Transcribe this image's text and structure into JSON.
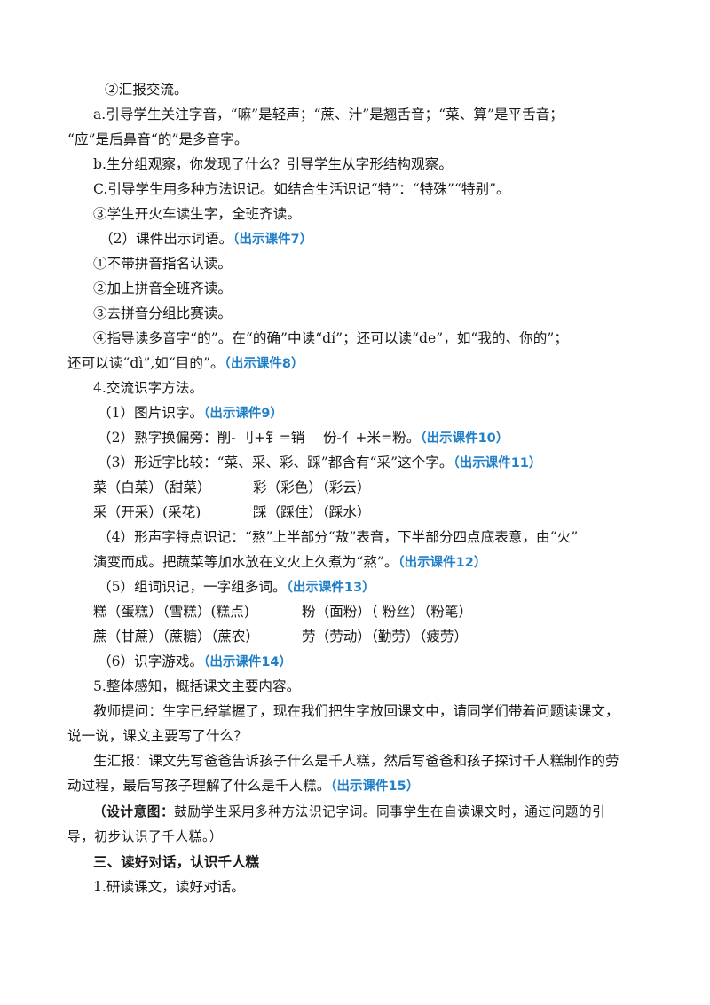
{
  "lines": {
    "l01": "②汇报交流。",
    "l02": "a.引导学生关注字音，“嘛”是轻声；“蔗、汁”是翘舌音；“菜、算”是平舌音；",
    "l03": "“应”是后鼻音“的”是多音字。",
    "l04": "b.生分组观察，你发现了什么？引导学生从字形结构观察。",
    "l05": "C.引导学生用多种方法识记。如结合生活识记“特”：“特殊”“特别”。",
    "l06": "③学生开火车读生字，全班齐读。",
    "l07": "（2）课件出示词语。",
    "l07_hl": "（出示课件7）",
    "l08": "①不带拼音指名认读。",
    "l09": "②加上拼音全班齐读。",
    "l10": "③去拼音分组比赛读。",
    "l11": "④指导读多音字“的”。在“的确”中读“dí”；还可以读“de”，如“我的、你的”；",
    "l12": "还可以读“dì”,如“目的”。",
    "l12_hl": "（出示课件8）",
    "l13": "4.交流识字方法。",
    "l14": "（1）图片识字。",
    "l14_hl": "（出示课件9）",
    "l15": "（2）熟字换偏旁：削- 刂+钅=销　 份-亻+米=粉。",
    "l15_hl": "（出示课件10）",
    "l16": "（3）形近字比较：“菜、采、彩、踩”都含有“采”这个字。",
    "l16_hl": "（出示课件11）",
    "l19": "（4）形声字特点识记：“熬”上半部分“敖”表音，下半部分四点底表意，由“火”",
    "l20": "演变而成。把蔬菜等加水放在文火上久煮为“熬”。",
    "l20_hl": "（出示课件12）",
    "l21": "（5）组词识记，一字组多词。",
    "l21_hl": "（出示课件13）",
    "l24": "（6）识字游戏。",
    "l24_hl": "（出示课件14）",
    "l25": "5.整体感知，概括课文主要内容。",
    "l26": "教师提问：生字已经掌握了，现在我们把生字放回课文中，请同学们带着问题读课文，",
    "l27": "说一说，课文主要写了什么？",
    "l28": "生汇报：课文先写爸爸告诉孩子什么是千人糕，然后写爸爸和孩子探讨千人糕制作的劳",
    "l29": "动过程，最后写孩子理解了什么是千人糕。",
    "l29_hl": "（出示课件15）",
    "l30_bold": "（设计意图：",
    "l30": "鼓励学生采用多种方法识记字词。同事学生在自读课文时，通过问题的引",
    "l31": "导，初步认识了千人糕。）",
    "l32": "三、读好对话，认识千人糕",
    "l33": "1.研读课文，读好对话。"
  },
  "words": {
    "cai1": "菜（白菜）（甜菜）",
    "cai3": "彩（彩色）（彩云）",
    "cai2": "采（开采）(采花)",
    "cai4": "踩（踩住）（踩水）",
    "gao": "糕（蛋糕）（雪糕）(糕点)",
    "fen": "粉（面粉）（ 粉丝）（粉笔）",
    "zhe": "蔗（甘蔗）（蔗糖）（蔗农）",
    "lao": "劳（劳动）（勤劳）（疲劳）"
  },
  "colors": {
    "highlight": "#1f7fc8",
    "text": "#1a1a1a"
  }
}
